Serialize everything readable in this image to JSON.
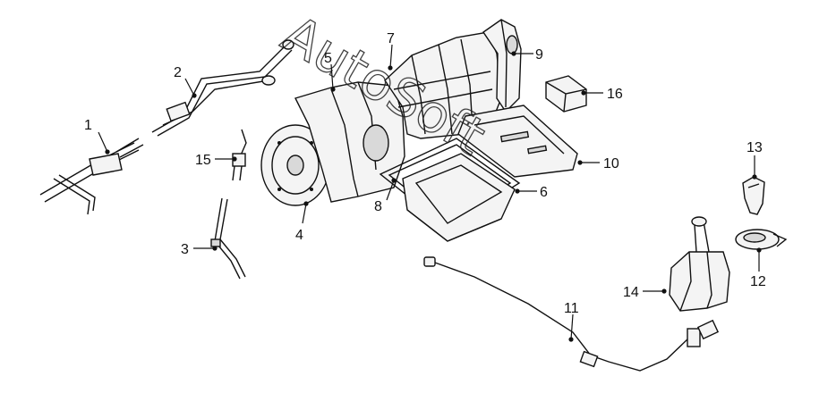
{
  "diagram": {
    "watermark": "AutoSoft",
    "callouts": [
      {
        "id": "c1",
        "label": "1"
      },
      {
        "id": "c2",
        "label": "2"
      },
      {
        "id": "c3",
        "label": "3"
      },
      {
        "id": "c4",
        "label": "4"
      },
      {
        "id": "c5",
        "label": "5"
      },
      {
        "id": "c6",
        "label": "6"
      },
      {
        "id": "c7",
        "label": "7"
      },
      {
        "id": "c8",
        "label": "8"
      },
      {
        "id": "c9",
        "label": "9"
      },
      {
        "id": "c10",
        "label": "10"
      },
      {
        "id": "c11",
        "label": "11"
      },
      {
        "id": "c12",
        "label": "12"
      },
      {
        "id": "c13",
        "label": "13"
      },
      {
        "id": "c14",
        "label": "14"
      },
      {
        "id": "c15",
        "label": "15"
      },
      {
        "id": "c16",
        "label": "16"
      }
    ]
  }
}
